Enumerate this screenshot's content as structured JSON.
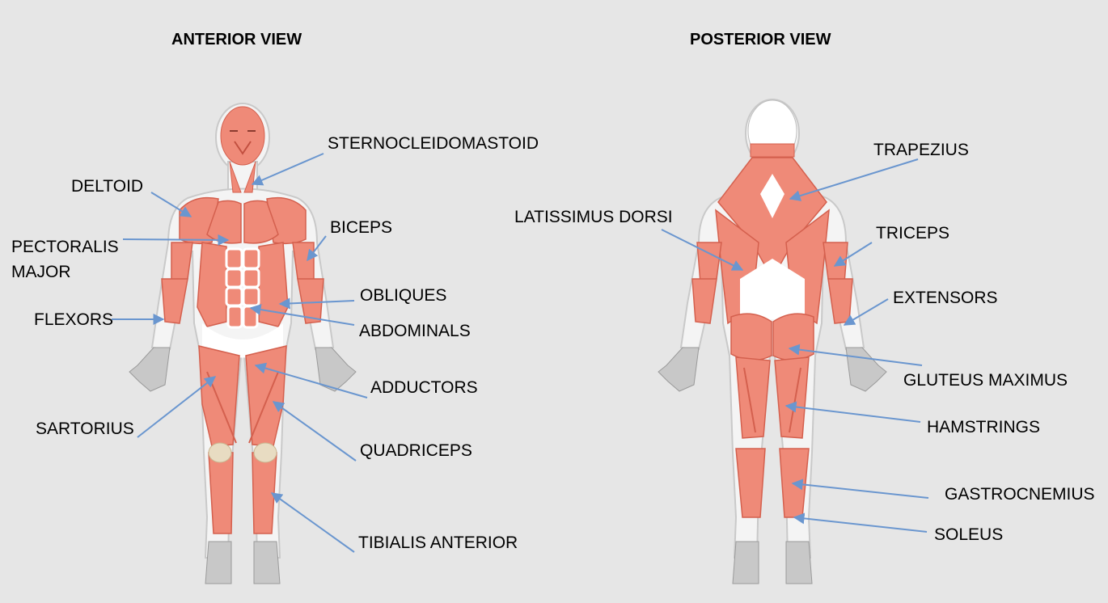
{
  "colors": {
    "background": "#e6e6e6",
    "muscle": "#ef8a78",
    "muscle_dark": "#d4604e",
    "outline": "#ffffff",
    "tendon": "#ffffff",
    "bone": "#b9b9b9",
    "leader_line": "#6a96cf"
  },
  "anterior": {
    "heading": "ANTERIOR VIEW",
    "labels": {
      "sternocleidomastoid": "STERNOCLEIDOMASTOID",
      "deltoid": "DELTOID",
      "pectoralis_major": "PECTORALIS\nMAJOR",
      "biceps": "BICEPS",
      "obliques": "OBLIQUES",
      "flexors": "FLEXORS",
      "abdominals": "ABDOMINALS",
      "adductors": "ADDUCTORS",
      "sartorius": "SARTORIUS",
      "quadriceps": "QUADRICEPS",
      "tibialis_anterior": "TIBIALIS ANTERIOR"
    }
  },
  "posterior": {
    "heading": "POSTERIOR VIEW",
    "labels": {
      "trapezius": "TRAPEZIUS",
      "latissimus_dorsi": "LATISSIMUS DORSI",
      "triceps": "TRICEPS",
      "extensors": "EXTENSORS",
      "gluteus_maximus": "GLUTEUS MAXIMUS",
      "hamstrings": "HAMSTRINGS",
      "gastrocnemius": "GASTROCNEMIUS",
      "soleus": "SOLEUS"
    }
  }
}
